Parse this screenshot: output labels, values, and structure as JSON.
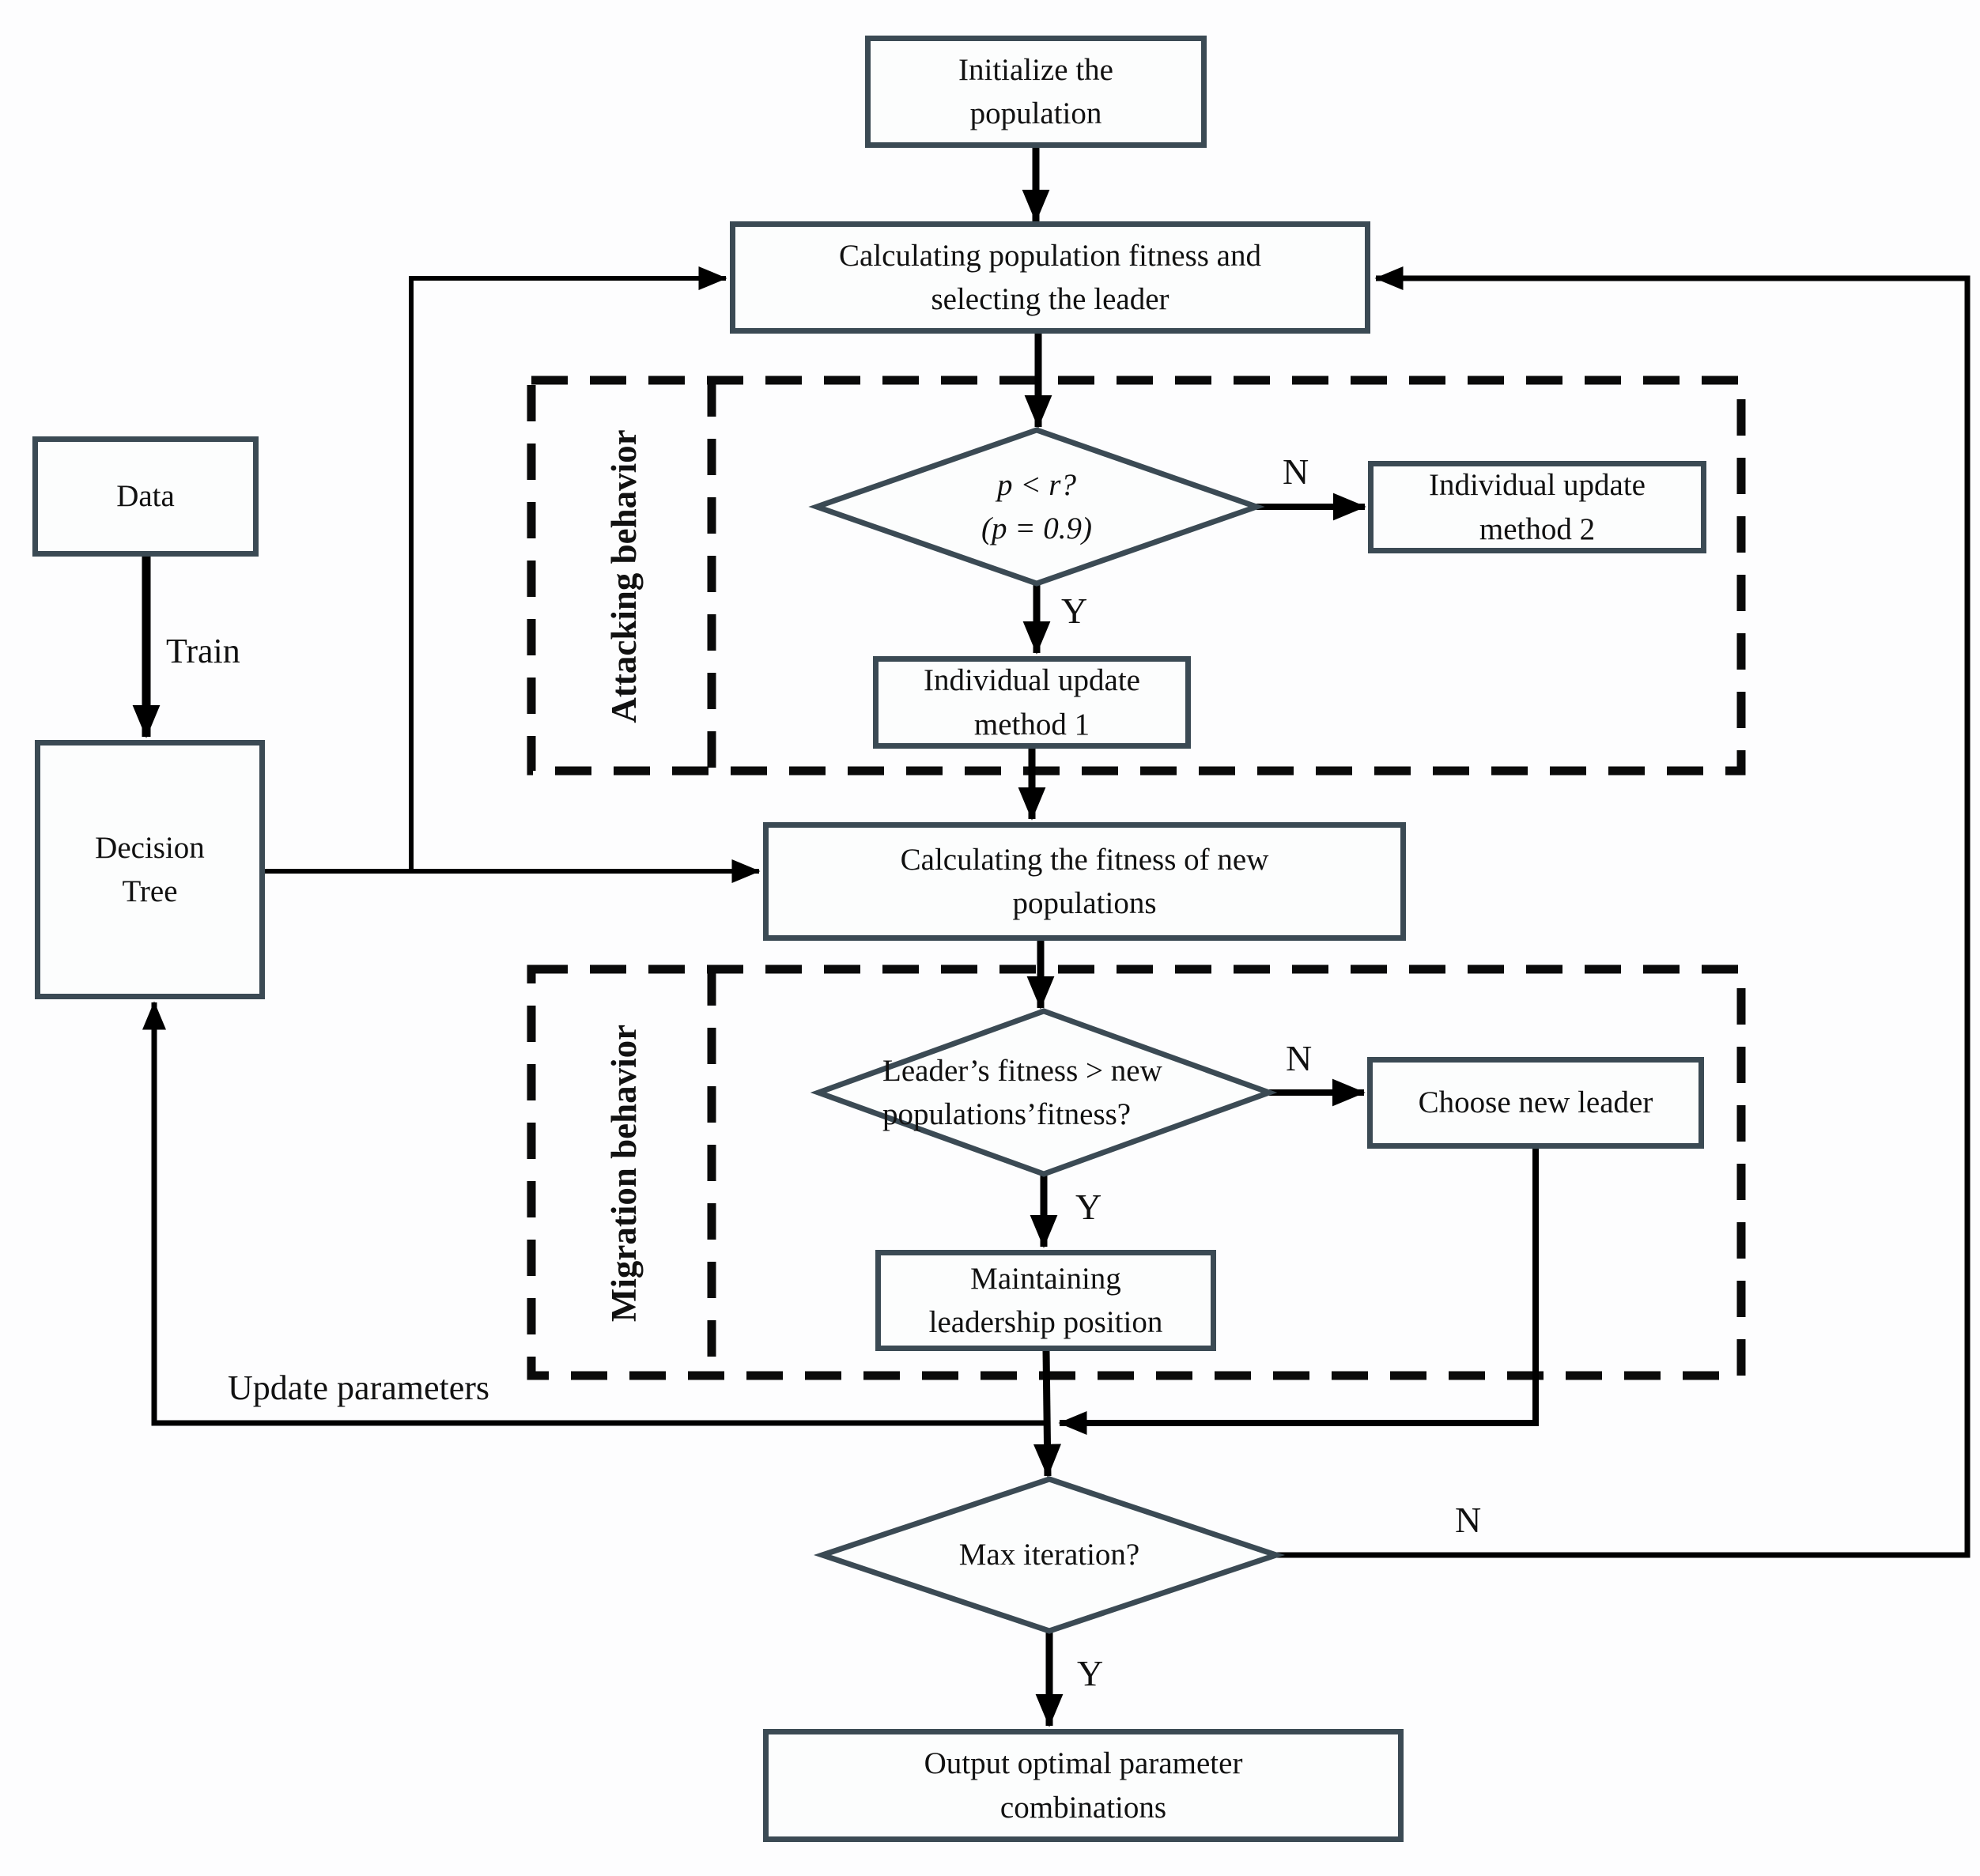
{
  "nodes": {
    "initialize": {
      "label": "Initialize the\npopulation"
    },
    "calc_population_fitness": {
      "label": "Calculating population fitness and\nselecting the leader"
    },
    "individual_update_method_2": {
      "label": "Individual update\nmethod 2"
    },
    "individual_update_method_1": {
      "label": "Individual update\nmethod 1"
    },
    "calc_new_fitness": {
      "label": "Calculating the fitness of new\npopulations"
    },
    "choose_new_leader": {
      "label": "Choose new leader"
    },
    "maintain_leadership": {
      "label": "Maintaining\nleadership position"
    },
    "output_optimal": {
      "label": "Output optimal parameter\ncombinations"
    },
    "data": {
      "label": "Data"
    },
    "decision_tree": {
      "label": "Decision\nTree"
    }
  },
  "decisions": {
    "p_less_r": {
      "label": "p < r?\n(p = 0.9)"
    },
    "leader_fitness": {
      "label": "Leader’s fitness > new\npopulations’fitness?"
    },
    "max_iteration": {
      "label": "Max iteration?"
    }
  },
  "regions": {
    "attacking": {
      "label": "Attacking behavior"
    },
    "migration": {
      "label": "Migration behavior"
    }
  },
  "edge_labels": {
    "train": "Train",
    "update_parameters": "Update parameters",
    "n1": "N",
    "y1": "Y",
    "n2": "N",
    "y2": "Y",
    "n3": "N",
    "y3": "Y"
  },
  "colors": {
    "node_border": "#3b4a54",
    "connector": "#000000",
    "text": "#111111",
    "background": "#fdfdfe"
  }
}
